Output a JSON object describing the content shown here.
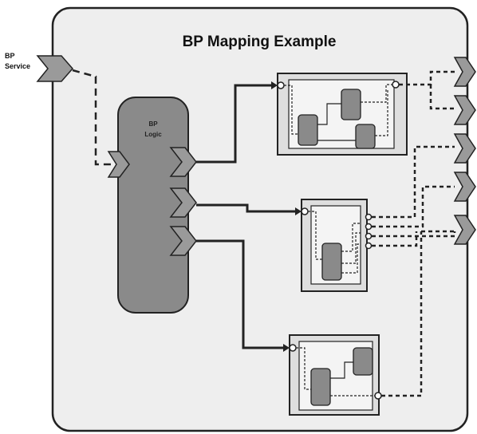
{
  "diagram": {
    "title": "BP Mapping Example",
    "service_label_line1": "BP",
    "service_label_line2": "Service",
    "logic_label_line1": "BP",
    "logic_label_line2": "Logic"
  },
  "colors": {
    "frame_fill": "#eeeeee",
    "frame_stroke": "#222222",
    "logic_fill": "#8a8a8a",
    "sub_fill": "#dedede",
    "inner_box_fill": "#f4f4f4",
    "chevron_fill": "#9a9a9a",
    "line": "#222222"
  }
}
